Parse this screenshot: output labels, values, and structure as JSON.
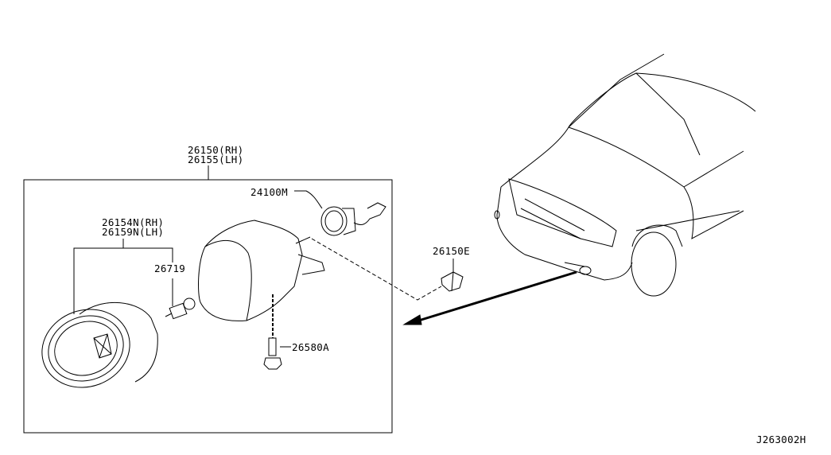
{
  "diagram_id": "J263002H",
  "labels": {
    "fog_lamp_assy_rh": "26150(RH)",
    "fog_lamp_assy_lh": "26155(LH)",
    "lamp_unit_rh": "26154N(RH)",
    "lamp_unit_lh": "26159N(LH)",
    "bulb": "26719",
    "socket_harness": "24100M",
    "screw": "26580A",
    "clip": "26150E"
  },
  "colors": {
    "line": "#000000",
    "background": "#ffffff"
  }
}
